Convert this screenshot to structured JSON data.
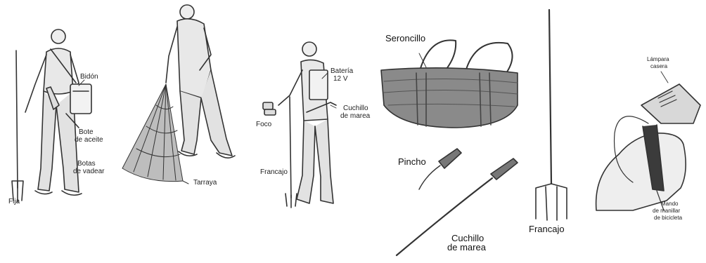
{
  "labels": {
    "bidon": "Bidón",
    "bote_aceite_1": "Bote",
    "bote_aceite_2": "de aceite",
    "botas_1": "Botas",
    "botas_2": "de vadear",
    "fija": "Fija",
    "tarraya": "Tarraya",
    "bateria_1": "Batería",
    "bateria_2": "12 V",
    "foco": "Foco",
    "cuchillo_small_1": "Cuchillo",
    "cuchillo_small_2": "de marea",
    "francajo_small": "Francajo",
    "seroncillo": "Seroncillo",
    "pincho": "Pincho",
    "cuchillo_big_1": "Cuchillo",
    "cuchillo_big_2": "de marea",
    "francajo_big": "Francajo",
    "lampara_1": "Lámpara",
    "lampara_2": "casera",
    "mando_1": "Mando",
    "mando_2": "de manillar",
    "mando_3": "de bicicleta"
  },
  "colors": {
    "ink": "#222222",
    "basket": "#6e6e6e",
    "fill": "#e6e6e6"
  }
}
